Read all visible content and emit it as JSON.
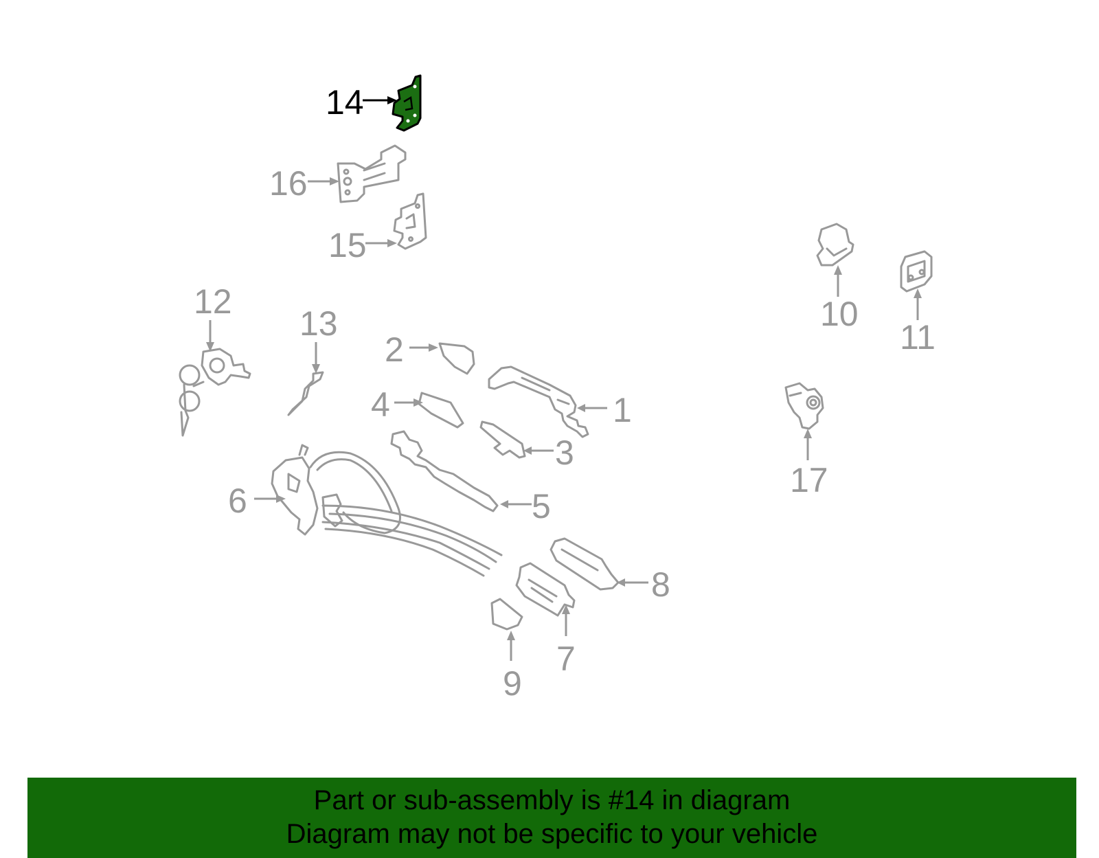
{
  "highlight_color": "#1b6e12",
  "part_color": "#999999",
  "callouts": [
    {
      "id": "1",
      "label": "1"
    },
    {
      "id": "2",
      "label": "2"
    },
    {
      "id": "3",
      "label": "3"
    },
    {
      "id": "4",
      "label": "4"
    },
    {
      "id": "5",
      "label": "5"
    },
    {
      "id": "6",
      "label": "6"
    },
    {
      "id": "7",
      "label": "7"
    },
    {
      "id": "8",
      "label": "8"
    },
    {
      "id": "9",
      "label": "9"
    },
    {
      "id": "10",
      "label": "10"
    },
    {
      "id": "11",
      "label": "11"
    },
    {
      "id": "12",
      "label": "12"
    },
    {
      "id": "13",
      "label": "13"
    },
    {
      "id": "14",
      "label": "14",
      "highlighted": true
    },
    {
      "id": "15",
      "label": "15"
    },
    {
      "id": "16",
      "label": "16"
    },
    {
      "id": "17",
      "label": "17"
    }
  ],
  "footer": {
    "line1": "Part or sub-assembly is #14 in diagram",
    "line2": "Diagram may not be specific to your vehicle"
  }
}
